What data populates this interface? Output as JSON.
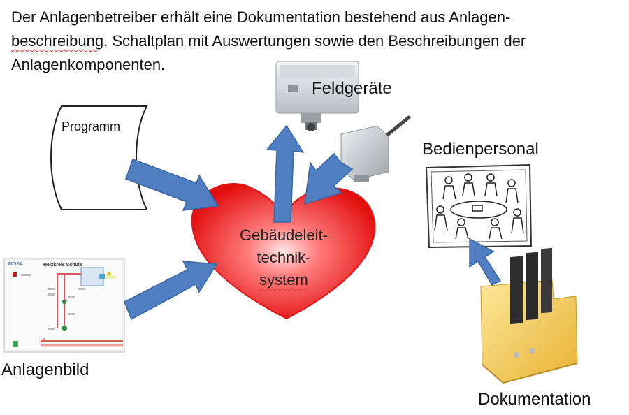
{
  "intro": {
    "line1": "Der Anlagenbetreiber erhält eine Dokumentation bestehend aus Anlagen-",
    "line2_word": "beschreibung",
    "line2_rest": ", Schaltplan mit Auswertungen sowie den Beschreibungen der",
    "line3": "Anlagenkomponenten."
  },
  "labels": {
    "programm": "Programm",
    "feldgeraete": "Feldgeräte",
    "bedienpersonal": "Bedienpersonal",
    "anlagenbild": "Anlagenbild",
    "dokumentation": "Dokumentation"
  },
  "heart": {
    "line1": "Gebäudeleit-",
    "line2": "technik-",
    "line3": "system"
  },
  "schematic": {
    "title": "Heizkreis Schule",
    "logo": "MOSA"
  },
  "colors": {
    "arrow": "#4f7fc0",
    "arrow_stroke": "#3a66a6",
    "heart": "#e81010",
    "folder": "#f3c74d"
  }
}
